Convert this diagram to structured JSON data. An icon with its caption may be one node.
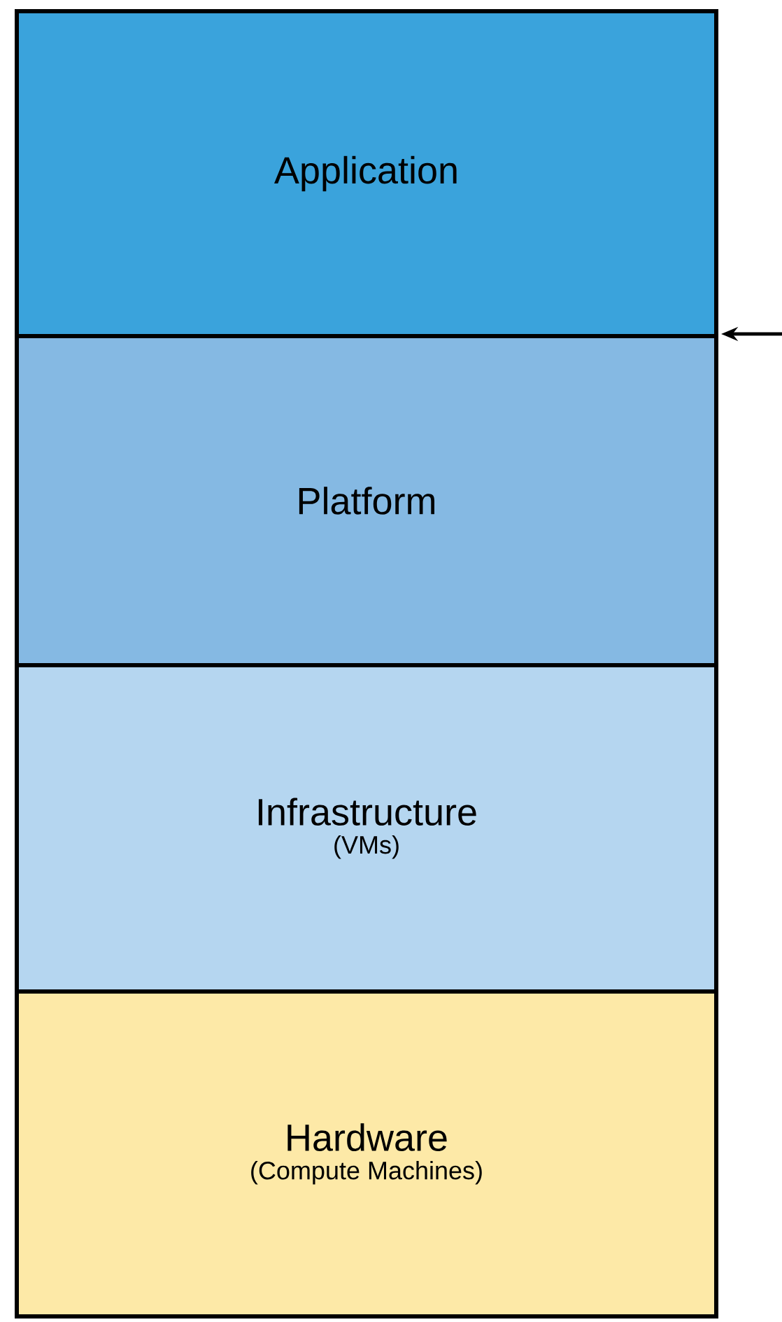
{
  "diagram": {
    "nodes": [
      {
        "text": [
          "Application"
        ]
      },
      {
        "text": [
          "Platform"
        ]
      },
      {
        "text": [
          "Infrastructure",
          "(VMs)"
        ]
      },
      {
        "text": [
          "Hardware",
          "(Compute Machines)"
        ]
      }
    ],
    "edges": [
      {
        "from": null,
        "to": 1,
        "arrow": "to"
      }
    ]
  }
}
